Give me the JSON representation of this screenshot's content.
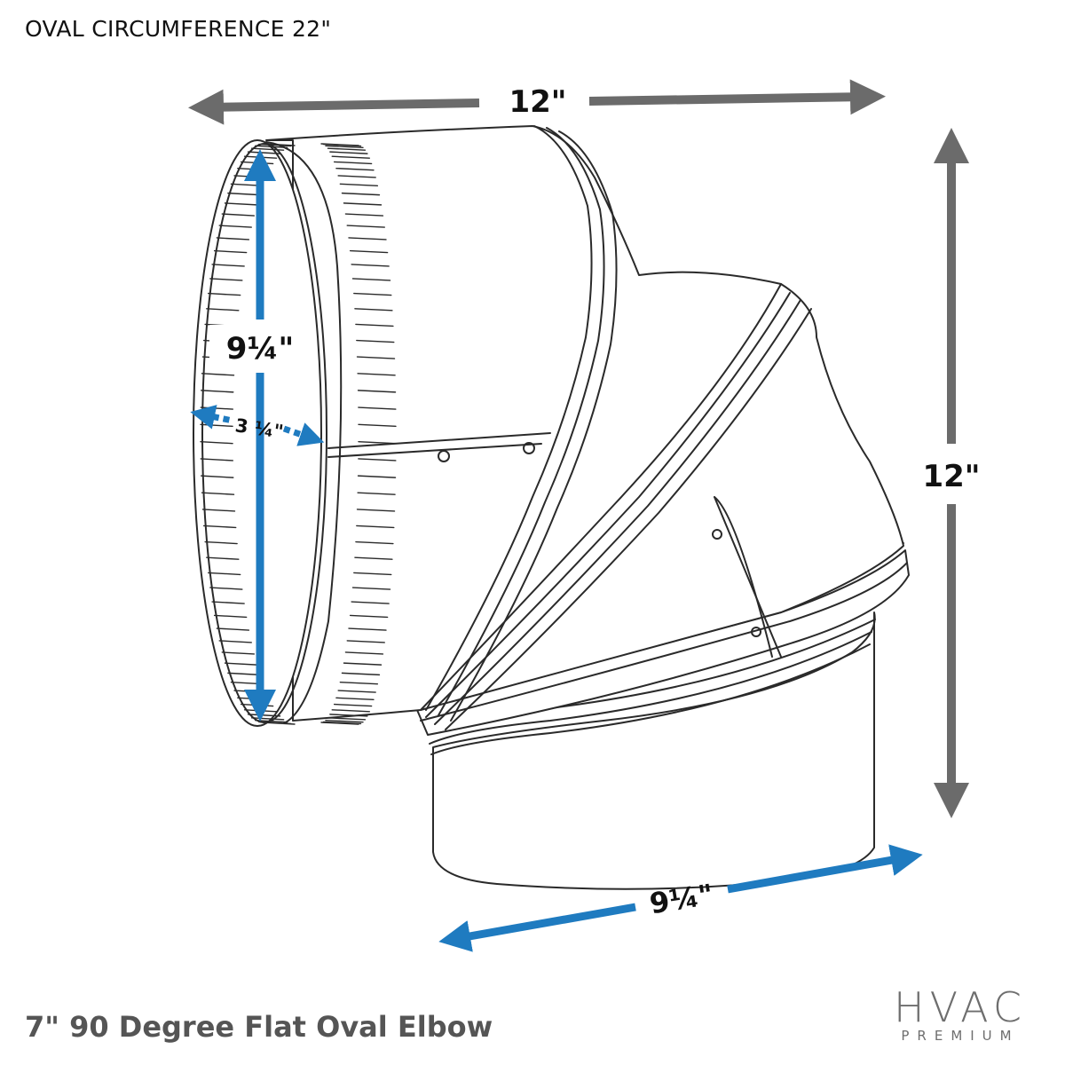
{
  "header": {
    "note": "OVAL CIRCUMFERENCE 22\""
  },
  "dimensions": {
    "top_width": "12\"",
    "right_height": "12\"",
    "oval_height": "9¼\"",
    "oval_depth": "3 ¼\"",
    "bottom_width": "9¼\""
  },
  "product": {
    "title": "7\" 90 Degree Flat Oval Elbow"
  },
  "logo": {
    "brand": "HVAC",
    "sub": "PREMIUM"
  },
  "colors": {
    "gray_arrow": "#6b6b6b",
    "blue_arrow": "#1f7bc0",
    "outline": "#2a2a2a",
    "title_gray": "#555555"
  }
}
